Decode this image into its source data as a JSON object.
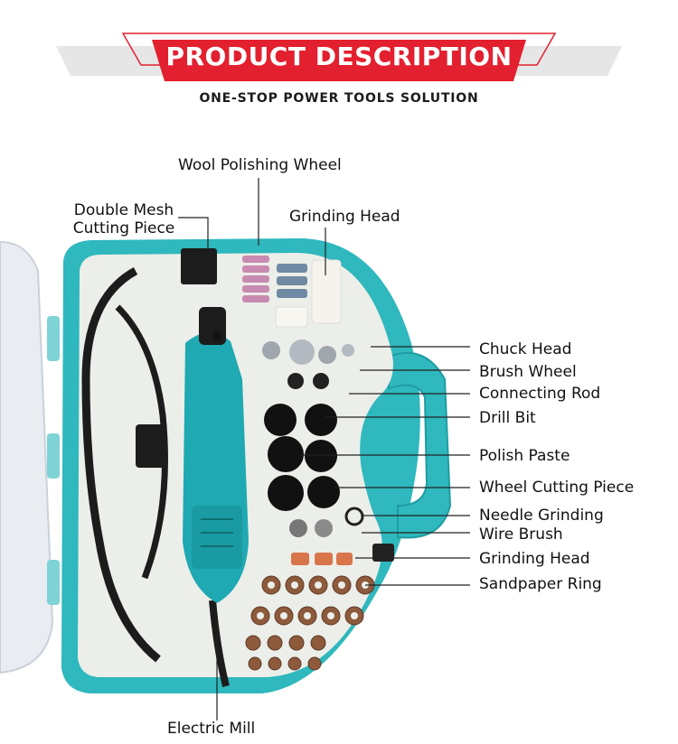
{
  "banner": {
    "title": "PRODUCT DESCRIPTION",
    "subtitle": "ONE-STOP POWER TOOLS SOLUTION",
    "accent_color": "#e3202f",
    "grey_color": "#e6e6e6"
  },
  "kit": {
    "case_color": "#2fb8bd",
    "tray_color": "#eceee9",
    "tool_color": "#1fa9b2"
  },
  "labels": {
    "wool_polishing_wheel": "Wool Polishing Wheel",
    "double_mesh_line1": "Double Mesh",
    "double_mesh_line2": "Cutting Piece",
    "grinding_head_top": "Grinding Head",
    "chuck_head": "Chuck Head",
    "brush_wheel": "Brush Wheel",
    "connecting_rod": "Connecting Rod",
    "drill_bit": "Drill Bit",
    "polish_paste": "Polish Paste",
    "wheel_cutting_piece": "Wheel Cutting Piece",
    "needle_grinding": "Needle Grinding",
    "wire_brush": "Wire Brush",
    "grinding_head_bottom": "Grinding Head",
    "sandpaper_ring": "Sandpaper Ring",
    "electric_mill": "Electric Mill"
  }
}
